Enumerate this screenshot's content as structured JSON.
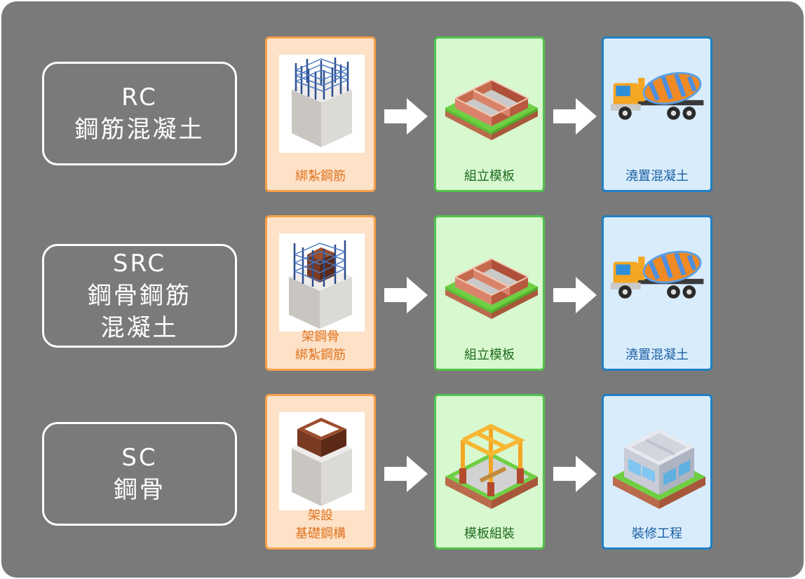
{
  "rows": [
    {
      "title_lines": [
        "RC",
        "鋼筋混凝土"
      ],
      "steps": [
        "綁紮鋼筋",
        [
          "組立模板"
        ],
        [
          "澆置混凝土"
        ]
      ],
      "step1_lines": [
        "綁紮鋼筋"
      ],
      "step1_icon": "rebar-column-icon",
      "step2_icon": "formwork-icon",
      "step3_icon": "concrete-mixer-truck-icon"
    },
    {
      "title_lines": [
        "SRC",
        "鋼骨鋼筋",
        "混凝土"
      ],
      "step1_lines": [
        "架鋼骨",
        "綁紮鋼筋"
      ],
      "step2_lines": [
        "組立模板"
      ],
      "step3_lines": [
        "澆置混凝土"
      ],
      "step1_icon": "steel-rebar-column-icon",
      "step2_icon": "formwork-icon",
      "step3_icon": "concrete-mixer-truck-icon"
    },
    {
      "title_lines": [
        "SC",
        "鋼骨"
      ],
      "step1_lines": [
        "架設",
        "基礎鋼構"
      ],
      "step2_lines": [
        "模板組裝"
      ],
      "step3_lines": [
        "裝修工程"
      ],
      "step1_icon": "steel-base-column-icon",
      "step2_icon": "steel-frame-icon",
      "step3_icon": "finished-building-icon"
    }
  ],
  "colors": {
    "background": "#7a7a7a",
    "step1": "#fde2c8",
    "step2": "#d8f8cf",
    "step3": "#d9ecfc"
  }
}
